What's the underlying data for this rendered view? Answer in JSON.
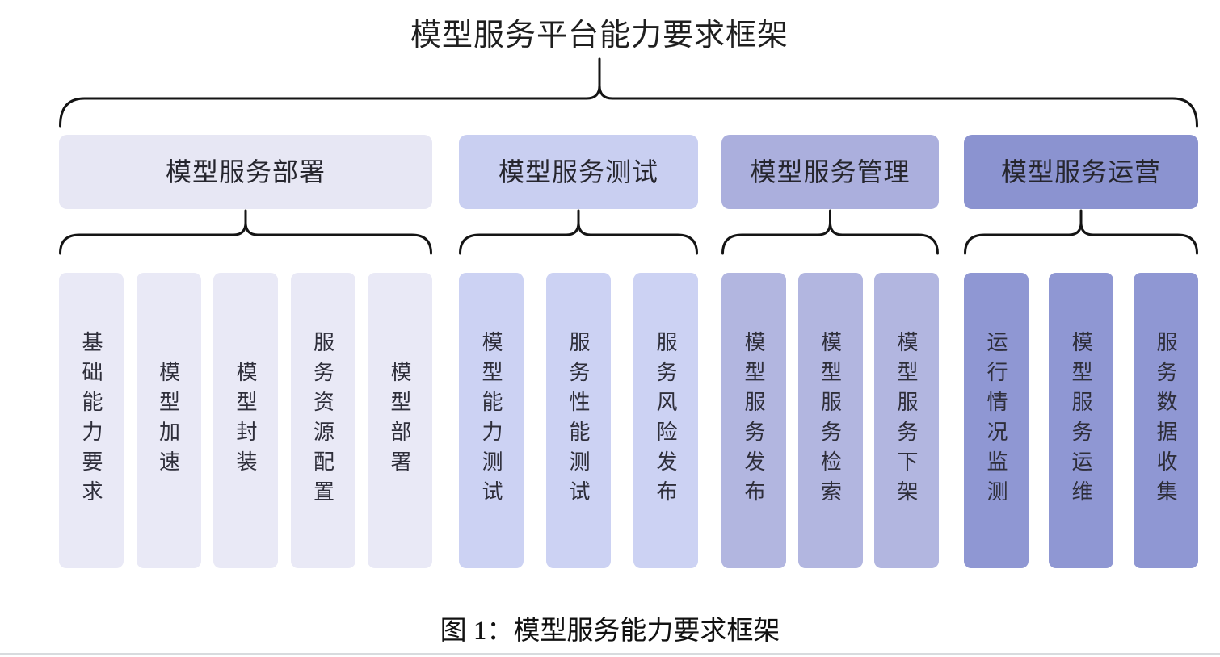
{
  "title": "模型服务平台能力要求框架",
  "caption": "图 1：模型服务能力要求框架",
  "colors": {
    "group_fills": [
      "#e7e7f4",
      "#c9cff1",
      "#abafdd",
      "#8b93d0"
    ],
    "item_fills": [
      "#e9e9f6",
      "#ccd2f3",
      "#b2b6e0",
      "#8f97d3"
    ],
    "text": "#2e2e3a",
    "brace": "#141414",
    "bottom_rule": "#d8dbde"
  },
  "groups": [
    {
      "label": "模型服务部署",
      "items": [
        "基础能力要求",
        "模型加速",
        "模型封装",
        "服务资源配置",
        "模型部署"
      ]
    },
    {
      "label": "模型服务测试",
      "items": [
        "模型能力测试",
        "服务性能测试",
        "服务风险发布"
      ]
    },
    {
      "label": "模型服务管理",
      "items": [
        "模型服务发布",
        "模型服务检索",
        "模型服务下架"
      ]
    },
    {
      "label": "模型服务运营",
      "items": [
        "运行情况监测",
        "模型服务运维",
        "服务数据收集"
      ]
    }
  ]
}
